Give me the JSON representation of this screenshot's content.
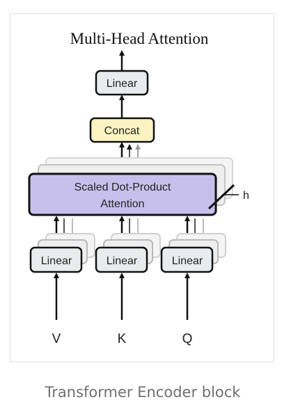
{
  "diagram": {
    "title": "Multi-Head Attention",
    "linear_top_label": "Linear",
    "concat_label": "Concat",
    "attention_label_line1": "Scaled Dot-Product",
    "attention_label_line2": "Attention",
    "heads_label": "h",
    "linear_v_label": "Linear",
    "linear_k_label": "Linear",
    "linear_q_label": "Linear",
    "input_v": "V",
    "input_k": "K",
    "input_q": "Q"
  },
  "caption": "Transformer Encoder block",
  "colors": {
    "linear_fill": "#e9ecef",
    "concat_fill": "#fbf3c2",
    "attention_fill": "#c8c0ec",
    "stroke": "#111111",
    "caption": "#707070"
  }
}
